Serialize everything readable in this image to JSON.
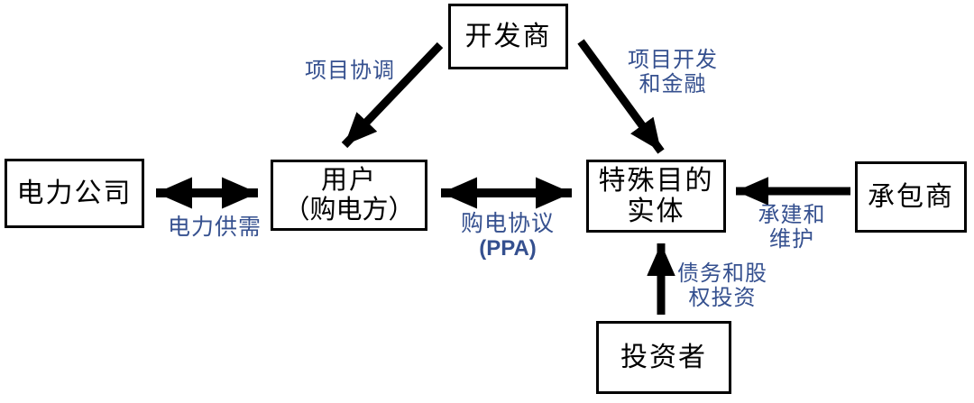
{
  "diagram": {
    "title": "PPA project structure diagram",
    "nodes": {
      "developer": {
        "label": "开发商"
      },
      "power_company": {
        "label": "电力公司"
      },
      "user": {
        "line1": "用户",
        "line2": "（购电方）"
      },
      "spe": {
        "line1": "特殊目的",
        "line2": "实体"
      },
      "contractor": {
        "label": "承包商"
      },
      "investor": {
        "label": "投资者"
      }
    },
    "edges": {
      "project_coordination": {
        "label": "项目协调"
      },
      "project_dev_finance": {
        "line1": "项目开发",
        "line2": "和金融"
      },
      "power_supply_demand": {
        "label": "电力供需"
      },
      "ppa": {
        "line1": "购电协议",
        "line2": "(PPA)"
      },
      "construction_maintenance": {
        "line1": "承建和",
        "line2": "维护"
      },
      "debt_equity_investment": {
        "line1": "债务和股",
        "line2": "权投资"
      }
    },
    "colors": {
      "label_blue": "#35508F",
      "line_black": "#000000",
      "background": "#FFFFFF"
    }
  }
}
